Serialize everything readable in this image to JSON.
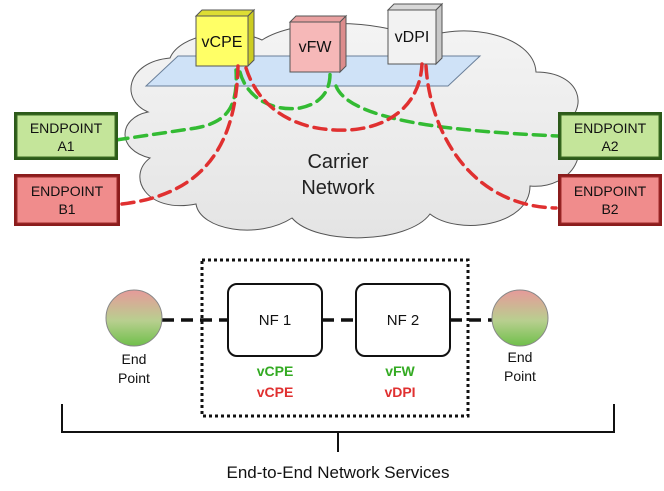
{
  "cloud": {
    "label_line1": "Carrier",
    "label_line2": "Network"
  },
  "cubes": [
    {
      "id": "vcpe",
      "label": "vCPE",
      "color": "#ffff66"
    },
    {
      "id": "vfw",
      "label": "vFW",
      "color": "#f6b8b8"
    },
    {
      "id": "vdpi",
      "label": "vDPI",
      "color": "#f2f2f2"
    }
  ],
  "endpoints": {
    "a1": {
      "line1": "ENDPOINT",
      "line2": "A1",
      "color": "#c4e59a"
    },
    "a2": {
      "line1": "ENDPOINT",
      "line2": "A2",
      "color": "#c4e59a"
    },
    "b1": {
      "line1": "ENDPOINT",
      "line2": "B1",
      "color": "#f08c8c"
    },
    "b2": {
      "line1": "ENDPOINT",
      "line2": "B2",
      "color": "#f08c8c"
    }
  },
  "colors": {
    "green_path": "#33bb33",
    "red_path": "#e03030",
    "tag_green": "#33aa22",
    "tag_red": "#e03030"
  },
  "bottom": {
    "left_endpoint": {
      "line1": "End",
      "line2": "Point"
    },
    "right_endpoint": {
      "line1": "End",
      "line2": "Point"
    },
    "nf1": {
      "label": "NF 1",
      "tag_green": "vCPE",
      "tag_red": "vCPE"
    },
    "nf2": {
      "label": "NF 2",
      "tag_green": "vFW",
      "tag_red": "vDPI"
    },
    "caption": "End-to-End Network Services"
  }
}
